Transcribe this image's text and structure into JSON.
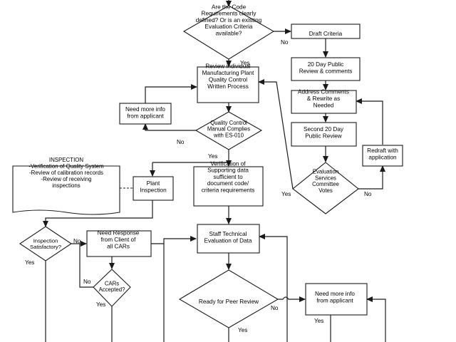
{
  "nodes": {
    "code_requirements": [
      "Are the Code",
      "Requirements clearly",
      "defined? Or is an existing",
      "Evaluation Criteria",
      "available?"
    ],
    "draft_criteria": [
      "Draft Criteria"
    ],
    "public_review_20": [
      "20 Day Public",
      "Review & comments"
    ],
    "review_plant": [
      "Review individual",
      "Manufacturing Plant",
      "Quality Control",
      "Written Process"
    ],
    "address_comments": [
      "Address Comments",
      "& Rewrite as",
      "Needed"
    ],
    "need_info_1": [
      "Need more info",
      "from applicant"
    ],
    "qc_manual": [
      "Quality Control",
      "Manual Complies",
      "with ES-010"
    ],
    "second_review": [
      "Second 20 Day",
      "Public Review"
    ],
    "redraft": [
      "Redraft with",
      "application"
    ],
    "inspection_note": [
      "INSPECTION",
      "-Verification of Quality System",
      "-Review of calibration records",
      "-Review of receiving",
      "inspections"
    ],
    "plant_inspection": [
      "Plant",
      "Inspection"
    ],
    "verification": [
      "Verification of",
      "Supporting data",
      "sufficient to",
      "document code/",
      "criteria requirements"
    ],
    "committee": [
      "Evaluation",
      "Services",
      "Committee",
      "Votes"
    ],
    "inspection_ok": [
      "Inspection",
      "Satisfactory?"
    ],
    "need_response": [
      "Need Response",
      "from Client of",
      "all CARs"
    ],
    "staff_eval": [
      "Staff Technical",
      "Evaluation of Data"
    ],
    "cars_accepted": [
      "CARs",
      "Accepted?"
    ],
    "peer_review": [
      "Ready for Peer Review"
    ],
    "need_info_2": [
      "Need more info",
      "from applicant"
    ]
  },
  "labels": {
    "yes": "Yes",
    "no": "No"
  },
  "colors": {
    "stroke": "#1a1a1a",
    "fill": "#ffffff",
    "text": "#000000"
  }
}
